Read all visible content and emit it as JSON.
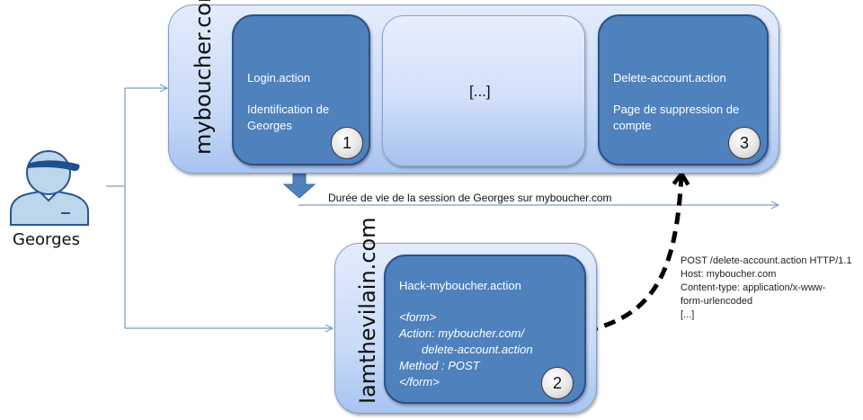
{
  "user": {
    "name": "Georges",
    "icon": "user-cap-icon"
  },
  "sites": {
    "legit": {
      "name": "myboucher.com",
      "pages": [
        {
          "title": "Login.action",
          "description_lines": [
            "Identification de",
            "Georges"
          ],
          "step": "1"
        },
        {
          "placeholder": "[...]"
        },
        {
          "title": "Delete-account.action",
          "description_lines": [
            "Page de suppression de",
            "compte"
          ],
          "step": "3"
        }
      ]
    },
    "attacker": {
      "name": "Iamthevilain.com",
      "page": {
        "title": "Hack-myboucher.action",
        "code_lines": [
          "<form>",
          "Action: myboucher.com/",
          "delete-account.action",
          "Method : POST",
          "</form>"
        ],
        "step": "2"
      }
    }
  },
  "session": {
    "label": "Durée de vie de la session de Georges sur myboucher.com"
  },
  "http_request": {
    "lines": [
      "POST /delete-account.action HTTP/1.1",
      "Host: mybouche­r.com",
      "Content-type: application/x-www-",
      "form-urlencoded",
      "[...]"
    ]
  },
  "colors": {
    "dark_box": "#4f81bd",
    "connector": "#7f9cc8",
    "attack_arrow": "#000000"
  }
}
